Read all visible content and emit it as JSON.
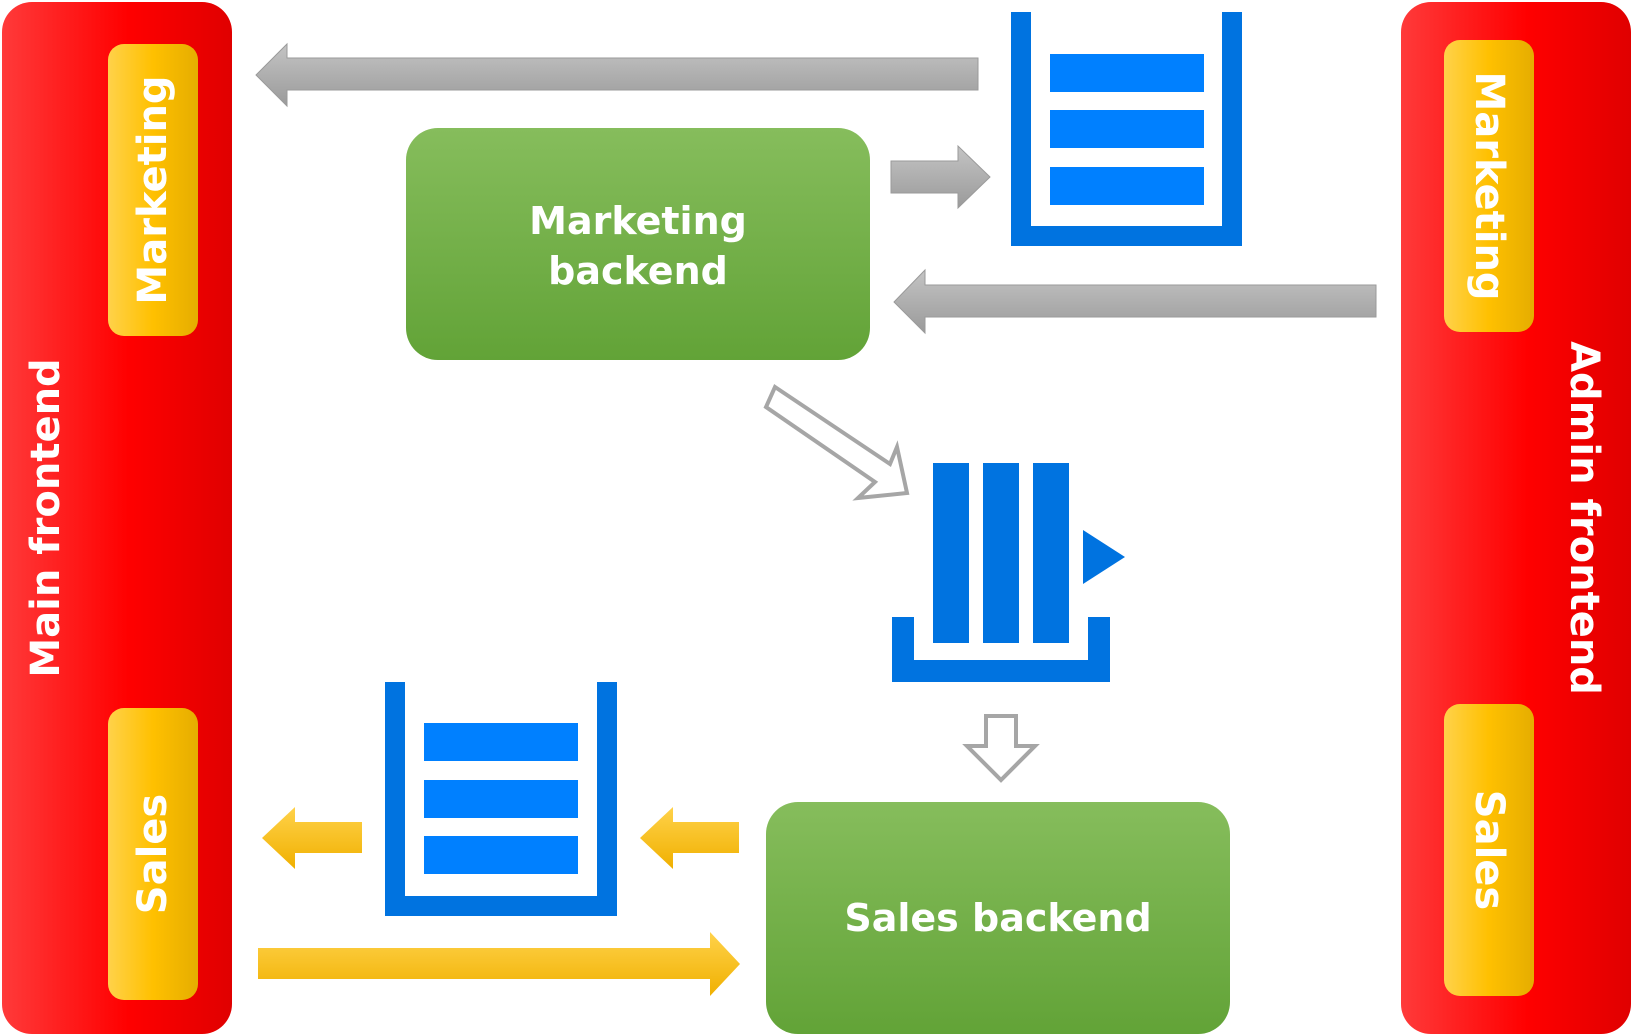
{
  "main_frontend": {
    "title": "Main frontend",
    "modules": {
      "top": "Marketing",
      "bottom": "Sales"
    }
  },
  "admin_frontend": {
    "title": "Admin frontend",
    "modules": {
      "top": "Marketing",
      "bottom": "Sales"
    }
  },
  "backends": {
    "marketing": {
      "line1": "Marketing",
      "line2": "backend"
    },
    "sales": {
      "label": "Sales backend"
    }
  },
  "colors": {
    "frontend_red": "#ff0000",
    "module_yellow": "#ffc000",
    "backend_green": "#70ad47",
    "queue_blue": "#0078d7",
    "marketing_arrow_gray": "#a6a6a6",
    "sales_arrow_yellow": "#ffc000"
  },
  "icons": {
    "queue": "queue-stack-icon",
    "event_bus": "event-hub-icon"
  }
}
